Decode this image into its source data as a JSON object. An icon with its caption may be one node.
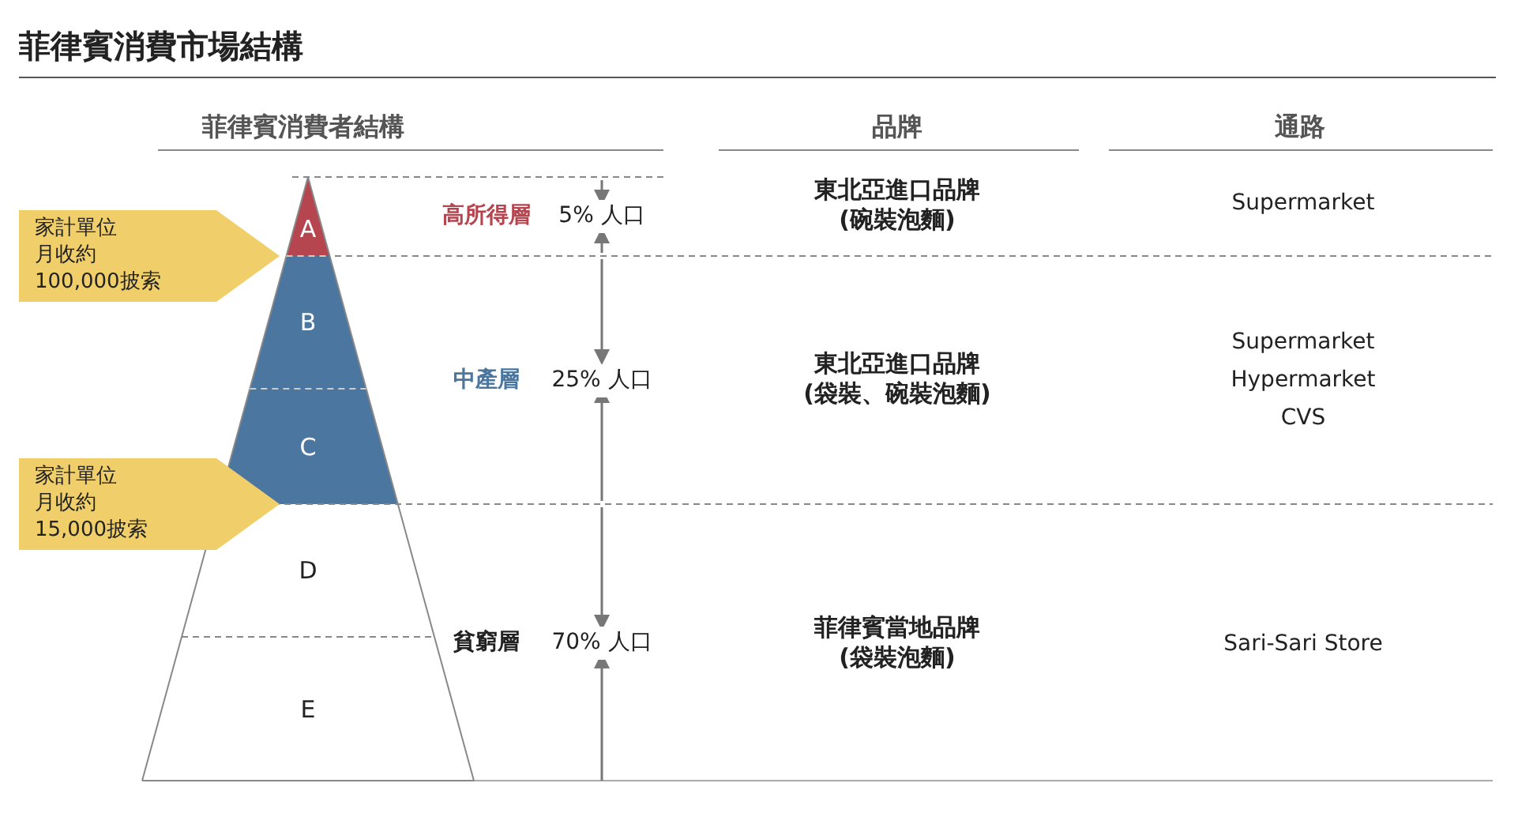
{
  "diagram": {
    "title": "菲律賓消費市場結構",
    "nodes": [
      {
        "text": [
          "A"
        ]
      },
      {
        "text": [
          "B"
        ]
      },
      {
        "text": [
          "C"
        ]
      },
      {
        "text": [
          "D"
        ]
      },
      {
        "text": [
          "E"
        ]
      },
      {
        "text": [
          "家計單位",
          "月收約",
          "100,000披索"
        ]
      },
      {
        "text": [
          "家計單位",
          "月收約",
          "15,000披索"
        ]
      }
    ],
    "labels": [
      "菲律賓消費者結構",
      "品牌",
      "通路",
      "高所得層",
      "5% 人口",
      "東北亞進口品牌 (碗裝泡麵)",
      "Supermarket",
      "中產層",
      "25% 人口",
      "東北亞進口品牌 (袋裝、碗裝泡麵)",
      "Supermarket",
      "Hypermarket",
      "CVS",
      "貧窮層",
      "70% 人口",
      "菲律賓當地品牌 (袋裝泡麵)",
      "Sari-Sari Store"
    ]
  }
}
